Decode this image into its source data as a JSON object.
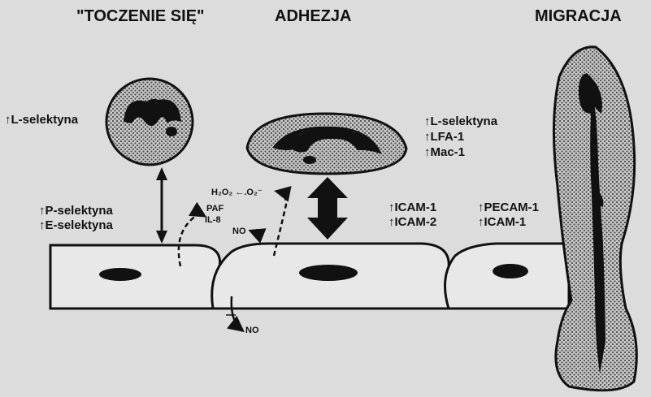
{
  "titles": {
    "rolling": "\"TOCZENIE SIĘ\"",
    "adhesion": "ADHEZJA",
    "migration": "MIGRACJA"
  },
  "labels": {
    "rolling_leukocyte": [
      "↑L-selektyna"
    ],
    "rolling_endothelium": [
      "↑P-selektyna",
      "↑E-selektyna"
    ],
    "paf_il8": [
      "PAF",
      "IL-8"
    ],
    "ros": "H₂O₂ ←.O₂⁻",
    "no_top": "NO",
    "no_bottom": "NO",
    "adhesion_leukocyte": [
      "↑L-selektyna",
      "↑LFA-1",
      "↑Mac-1"
    ],
    "adhesion_endothelium": [
      "↑ICAM-1",
      "↑ICAM-2"
    ],
    "migration_endothelium": [
      "↑PECAM-1",
      "↑ICAM-1"
    ]
  },
  "colors": {
    "background": "#dcdcdc",
    "ink": "#111111",
    "cell_fill": "#e8e8e8",
    "leukocyte_dots": "#4a4a4a",
    "leukocyte_fill": "#c8c8c8"
  }
}
